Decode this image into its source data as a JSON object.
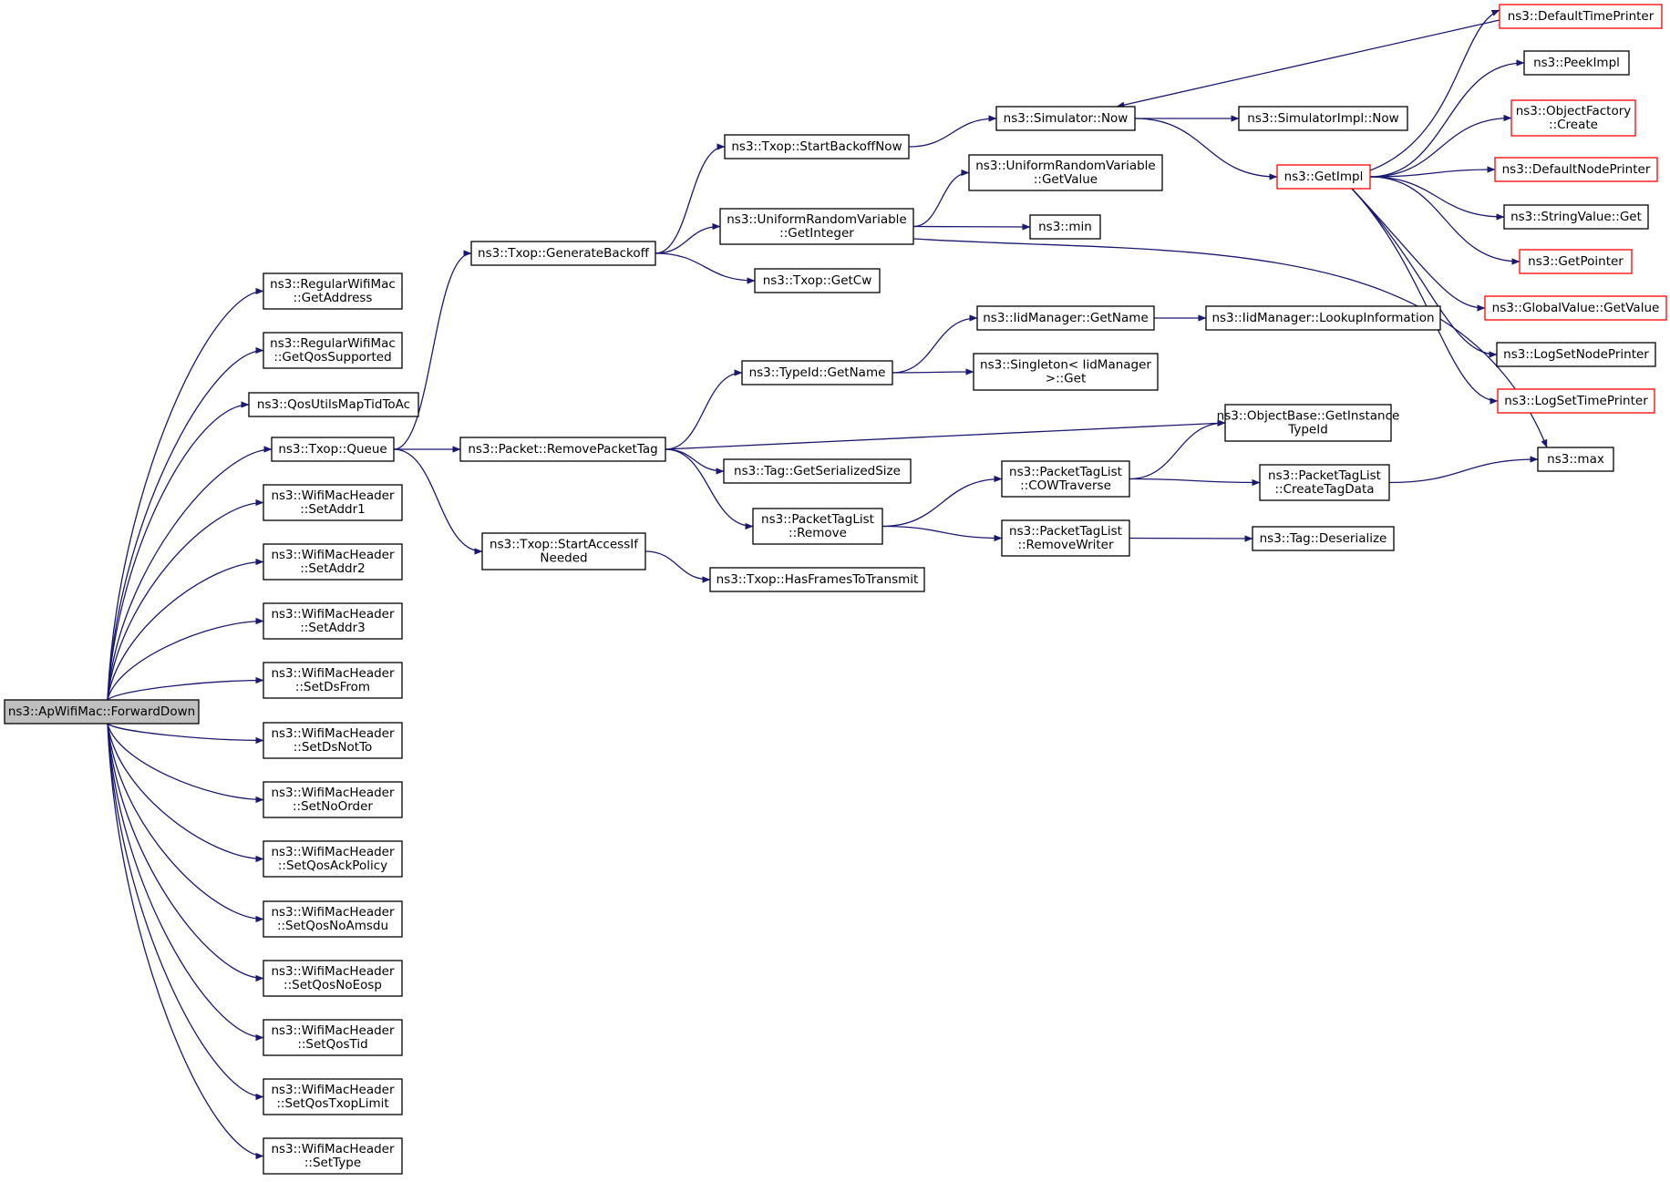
{
  "colors": {
    "edge": "#191970",
    "node_border": "#000000",
    "truncated_border": "#ff0000",
    "root_fill": "#bfbfbf"
  },
  "nodes": [
    {
      "id": "root",
      "lines": [
        "ns3::ApWifiMac::ForwardDown"
      ],
      "style": "root"
    },
    {
      "id": "getaddress",
      "lines": [
        "ns3::RegularWifiMac",
        "::GetAddress"
      ]
    },
    {
      "id": "getqossupported",
      "lines": [
        "ns3::RegularWifiMac",
        "::GetQosSupported"
      ]
    },
    {
      "id": "qosutils",
      "lines": [
        "ns3::QosUtilsMapTidToAc"
      ]
    },
    {
      "id": "txopqueue",
      "lines": [
        "ns3::Txop::Queue"
      ]
    },
    {
      "id": "setaddr1",
      "lines": [
        "ns3::WifiMacHeader",
        "::SetAddr1"
      ]
    },
    {
      "id": "setaddr2",
      "lines": [
        "ns3::WifiMacHeader",
        "::SetAddr2"
      ]
    },
    {
      "id": "setaddr3",
      "lines": [
        "ns3::WifiMacHeader",
        "::SetAddr3"
      ]
    },
    {
      "id": "setdsfrom",
      "lines": [
        "ns3::WifiMacHeader",
        "::SetDsFrom"
      ]
    },
    {
      "id": "setdsnotto",
      "lines": [
        "ns3::WifiMacHeader",
        "::SetDsNotTo"
      ]
    },
    {
      "id": "setnoorder",
      "lines": [
        "ns3::WifiMacHeader",
        "::SetNoOrder"
      ]
    },
    {
      "id": "setqosackpolicy",
      "lines": [
        "ns3::WifiMacHeader",
        "::SetQosAckPolicy"
      ]
    },
    {
      "id": "setqosnoamsdu",
      "lines": [
        "ns3::WifiMacHeader",
        "::SetQosNoAmsdu"
      ]
    },
    {
      "id": "setqosnoeosp",
      "lines": [
        "ns3::WifiMacHeader",
        "::SetQosNoEosp"
      ]
    },
    {
      "id": "setqostid",
      "lines": [
        "ns3::WifiMacHeader",
        "::SetQosTid"
      ]
    },
    {
      "id": "setqostxoplimit",
      "lines": [
        "ns3::WifiMacHeader",
        "::SetQosTxopLimit"
      ]
    },
    {
      "id": "settype",
      "lines": [
        "ns3::WifiMacHeader",
        "::SetType"
      ]
    },
    {
      "id": "generatebackoff",
      "lines": [
        "ns3::Txop::GenerateBackoff"
      ]
    },
    {
      "id": "removepackettag",
      "lines": [
        "ns3::Packet::RemovePacketTag"
      ]
    },
    {
      "id": "startaccessifneeded",
      "lines": [
        "ns3::Txop::StartAccessIf",
        "Needed"
      ]
    },
    {
      "id": "startbackoffnow",
      "lines": [
        "ns3::Txop::StartBackoffNow"
      ]
    },
    {
      "id": "getinteger",
      "lines": [
        "ns3::UniformRandomVariable",
        "::GetInteger"
      ]
    },
    {
      "id": "getcw",
      "lines": [
        "ns3::Txop::GetCw"
      ]
    },
    {
      "id": "typeidgetname",
      "lines": [
        "ns3::TypeId::GetName"
      ]
    },
    {
      "id": "taggetserializedsize",
      "lines": [
        "ns3::Tag::GetSerializedSize"
      ]
    },
    {
      "id": "packettaglistremove",
      "lines": [
        "ns3::PacketTagList",
        "::Remove"
      ]
    },
    {
      "id": "hasframestotransmit",
      "lines": [
        "ns3::Txop::HasFramesToTransmit"
      ]
    },
    {
      "id": "simulatornow",
      "lines": [
        "ns3::Simulator::Now"
      ]
    },
    {
      "id": "getvalue",
      "lines": [
        "ns3::UniformRandomVariable",
        "::GetValue"
      ]
    },
    {
      "id": "min",
      "lines": [
        "ns3::min"
      ]
    },
    {
      "id": "iidgetname",
      "lines": [
        "ns3::IidManager::GetName"
      ]
    },
    {
      "id": "singletonget",
      "lines": [
        "ns3::Singleton< IidManager",
        ">::Get"
      ]
    },
    {
      "id": "cowtraverse",
      "lines": [
        "ns3::PacketTagList",
        "::COWTraverse"
      ]
    },
    {
      "id": "removewriter",
      "lines": [
        "ns3::PacketTagList",
        "::RemoveWriter"
      ]
    },
    {
      "id": "simulatorimplnow",
      "lines": [
        "ns3::SimulatorImpl::Now"
      ]
    },
    {
      "id": "getimpl",
      "lines": [
        "ns3::GetImpl"
      ],
      "style": "truncated"
    },
    {
      "id": "lookupinformation",
      "lines": [
        "ns3::IidManager::LookupInformation"
      ]
    },
    {
      "id": "getinstancetypeid",
      "lines": [
        "ns3::ObjectBase::GetInstance",
        "TypeId"
      ]
    },
    {
      "id": "createtagdata",
      "lines": [
        "ns3::PacketTagList",
        "::CreateTagData"
      ]
    },
    {
      "id": "tagdeserialize",
      "lines": [
        "ns3::Tag::Deserialize"
      ]
    },
    {
      "id": "defaulttimeprinter",
      "lines": [
        "ns3::DefaultTimePrinter"
      ],
      "style": "truncated"
    },
    {
      "id": "peekimpl",
      "lines": [
        "ns3::PeekImpl"
      ]
    },
    {
      "id": "objectfactorycreate",
      "lines": [
        "ns3::ObjectFactory",
        "::Create"
      ],
      "style": "truncated"
    },
    {
      "id": "defaultnodeprinter",
      "lines": [
        "ns3::DefaultNodePrinter"
      ],
      "style": "truncated"
    },
    {
      "id": "stringvalueget",
      "lines": [
        "ns3::StringValue::Get"
      ]
    },
    {
      "id": "getpointer",
      "lines": [
        "ns3::GetPointer"
      ],
      "style": "truncated"
    },
    {
      "id": "globalvaluegetvalue",
      "lines": [
        "ns3::GlobalValue::GetValue"
      ],
      "style": "truncated"
    },
    {
      "id": "logsetnodeprinter",
      "lines": [
        "ns3::LogSetNodePrinter"
      ]
    },
    {
      "id": "logsettimeprinter",
      "lines": [
        "ns3::LogSetTimePrinter"
      ],
      "style": "truncated"
    },
    {
      "id": "max",
      "lines": [
        "ns3::max"
      ]
    }
  ],
  "edges": [
    [
      "root",
      "getaddress"
    ],
    [
      "root",
      "getqossupported"
    ],
    [
      "root",
      "qosutils"
    ],
    [
      "root",
      "txopqueue"
    ],
    [
      "root",
      "setaddr1"
    ],
    [
      "root",
      "setaddr2"
    ],
    [
      "root",
      "setaddr3"
    ],
    [
      "root",
      "setdsfrom"
    ],
    [
      "root",
      "setdsnotto"
    ],
    [
      "root",
      "setnoorder"
    ],
    [
      "root",
      "setqosackpolicy"
    ],
    [
      "root",
      "setqosnoamsdu"
    ],
    [
      "root",
      "setqosnoeosp"
    ],
    [
      "root",
      "setqostid"
    ],
    [
      "root",
      "setqostxoplimit"
    ],
    [
      "root",
      "settype"
    ],
    [
      "txopqueue",
      "generatebackoff"
    ],
    [
      "txopqueue",
      "removepackettag"
    ],
    [
      "txopqueue",
      "startaccessifneeded"
    ],
    [
      "generatebackoff",
      "startbackoffnow"
    ],
    [
      "generatebackoff",
      "getinteger"
    ],
    [
      "generatebackoff",
      "getcw"
    ],
    [
      "startbackoffnow",
      "simulatornow"
    ],
    [
      "getinteger",
      "getvalue"
    ],
    [
      "getinteger",
      "min"
    ],
    [
      "getinteger",
      "max"
    ],
    [
      "removepackettag",
      "typeidgetname"
    ],
    [
      "removepackettag",
      "getinstancetypeid"
    ],
    [
      "removepackettag",
      "taggetserializedsize"
    ],
    [
      "removepackettag",
      "packettaglistremove"
    ],
    [
      "startaccessifneeded",
      "hasframestotransmit"
    ],
    [
      "typeidgetname",
      "iidgetname"
    ],
    [
      "typeidgetname",
      "singletonget"
    ],
    [
      "iidgetname",
      "lookupinformation"
    ],
    [
      "packettaglistremove",
      "cowtraverse"
    ],
    [
      "packettaglistremove",
      "removewriter"
    ],
    [
      "cowtraverse",
      "getinstancetypeid"
    ],
    [
      "cowtraverse",
      "createtagdata"
    ],
    [
      "removewriter",
      "tagdeserialize"
    ],
    [
      "createtagdata",
      "max"
    ],
    [
      "simulatornow",
      "simulatorimplnow"
    ],
    [
      "simulatornow",
      "getimpl"
    ],
    [
      "defaulttimeprinter",
      "simulatornow"
    ],
    [
      "getimpl",
      "defaulttimeprinter"
    ],
    [
      "getimpl",
      "peekimpl"
    ],
    [
      "getimpl",
      "objectfactorycreate"
    ],
    [
      "getimpl",
      "defaultnodeprinter"
    ],
    [
      "getimpl",
      "stringvalueget"
    ],
    [
      "getimpl",
      "getpointer"
    ],
    [
      "getimpl",
      "globalvaluegetvalue"
    ],
    [
      "getimpl",
      "logsetnodeprinter"
    ],
    [
      "getimpl",
      "logsettimeprinter"
    ]
  ]
}
